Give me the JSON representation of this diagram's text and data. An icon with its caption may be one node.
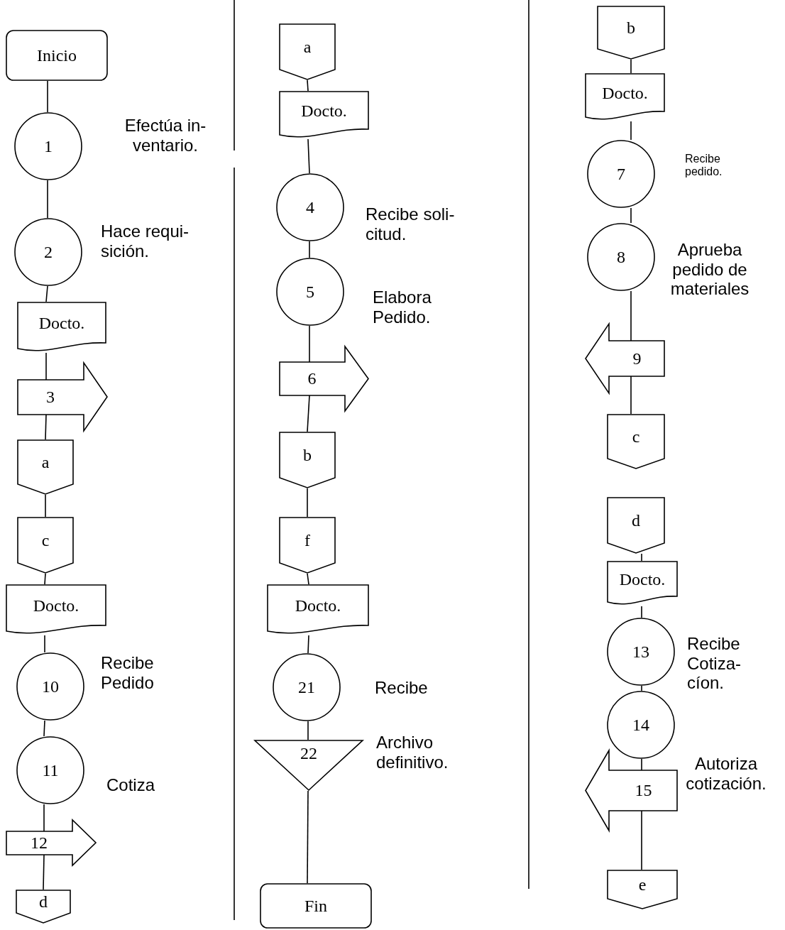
{
  "diagram": {
    "nodes": [
      {
        "text": [
          "Inicio"
        ]
      },
      {
        "text": [
          "1"
        ],
        "beside": [
          "Efectúa in- ventario."
        ]
      },
      {
        "text": [
          "2"
        ],
        "beside": [
          "Hace requi- sición."
        ]
      },
      {
        "text": [
          "Docto."
        ]
      },
      {
        "text": [
          "3"
        ]
      },
      {
        "text": [
          "a"
        ]
      },
      {
        "text": [
          "c"
        ]
      },
      {
        "text": [
          "Docto."
        ]
      },
      {
        "text": [
          "10"
        ],
        "beside": [
          "Recibe Pedido"
        ]
      },
      {
        "text": [
          "11"
        ],
        "beside": [
          "Cotiza"
        ]
      },
      {
        "text": [
          "12"
        ]
      },
      {
        "text": [
          "d"
        ]
      },
      {
        "text": [
          "a"
        ]
      },
      {
        "text": [
          "Docto."
        ]
      },
      {
        "text": [
          "4"
        ],
        "beside": [
          "Recibe soli- citud."
        ]
      },
      {
        "text": [
          "5"
        ],
        "beside": [
          "Elabora Pedido."
        ]
      },
      {
        "text": [
          "6"
        ]
      },
      {
        "text": [
          "b"
        ]
      },
      {
        "text": [
          "f"
        ]
      },
      {
        "text": [
          "Docto."
        ]
      },
      {
        "text": [
          "21"
        ],
        "beside": [
          "Recibe"
        ]
      },
      {
        "text": [
          "22"
        ],
        "beside": [
          "Archivo definitivo."
        ]
      },
      {
        "text": [
          "Fin"
        ]
      },
      {
        "text": [
          "b"
        ]
      },
      {
        "text": [
          "Docto."
        ]
      },
      {
        "text": [
          "7"
        ],
        "beside": [
          "Recibe pedido."
        ]
      },
      {
        "text": [
          "8"
        ],
        "beside": [
          "Aprueba pedido de materiales"
        ]
      },
      {
        "text": [
          "9"
        ]
      },
      {
        "text": [
          "c"
        ]
      },
      {
        "text": [
          "d"
        ]
      },
      {
        "text": [
          "Docto."
        ]
      },
      {
        "text": [
          "13"
        ],
        "beside": [
          "Recibe Cotiza- cíon."
        ]
      },
      {
        "text": [
          "14"
        ],
        "beside": [
          "Autoriza cotización."
        ]
      },
      {
        "text": [
          "15"
        ]
      },
      {
        "text": [
          "e"
        ]
      }
    ],
    "edges": [
      {
        "from": 0,
        "to": 1,
        "arrow": "none"
      },
      {
        "from": 1,
        "to": 2,
        "arrow": "none"
      },
      {
        "from": 2,
        "to": 3,
        "arrow": "none"
      },
      {
        "from": 3,
        "to": 4,
        "arrow": "none"
      },
      {
        "from": 4,
        "to": 5,
        "arrow": "none"
      },
      {
        "from": 5,
        "to": 6,
        "arrow": "none"
      },
      {
        "from": 6,
        "to": 7,
        "arrow": "none"
      },
      {
        "from": 7,
        "to": 8,
        "arrow": "none"
      },
      {
        "from": 8,
        "to": 9,
        "arrow": "none"
      },
      {
        "from": 9,
        "to": 10,
        "arrow": "none"
      },
      {
        "from": 10,
        "to": 11,
        "arrow": "none"
      },
      {
        "from": 12,
        "to": 13,
        "arrow": "none"
      },
      {
        "from": 13,
        "to": 14,
        "arrow": "none"
      },
      {
        "from": 14,
        "to": 15,
        "arrow": "none"
      },
      {
        "from": 15,
        "to": 16,
        "arrow": "none"
      },
      {
        "from": 16,
        "to": 17,
        "arrow": "none"
      },
      {
        "from": 17,
        "to": 18,
        "arrow": "none"
      },
      {
        "from": 18,
        "to": 19,
        "arrow": "none"
      },
      {
        "from": 19,
        "to": 20,
        "arrow": "none"
      },
      {
        "from": 20,
        "to": 21,
        "arrow": "none"
      },
      {
        "from": 21,
        "to": 22,
        "arrow": "none"
      },
      {
        "from": 23,
        "to": 24,
        "arrow": "none"
      },
      {
        "from": 24,
        "to": 25,
        "arrow": "none"
      },
      {
        "from": 25,
        "to": 26,
        "arrow": "none"
      },
      {
        "from": 26,
        "to": 27,
        "arrow": "none"
      },
      {
        "from": 27,
        "to": 28,
        "arrow": "none"
      },
      {
        "from": 29,
        "to": 30,
        "arrow": "none"
      },
      {
        "from": 30,
        "to": 31,
        "arrow": "none"
      },
      {
        "from": 31,
        "to": 32,
        "arrow": "none"
      },
      {
        "from": 32,
        "to": 33,
        "arrow": "none"
      },
      {
        "from": 33,
        "to": 34,
        "arrow": "none"
      }
    ]
  }
}
